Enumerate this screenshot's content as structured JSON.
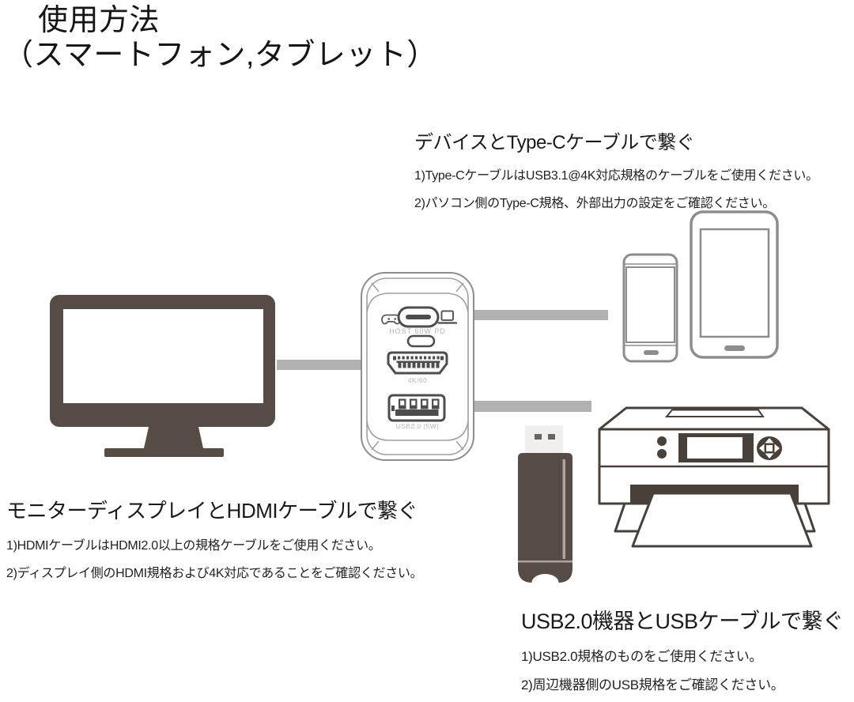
{
  "title": {
    "line1": "使用方法",
    "line2": "（スマートフォン,タブレット）"
  },
  "sections": {
    "type_c": {
      "heading": "デバイスとType-Cケーブルで繋ぐ",
      "lines": [
        "1)Type-CケーブルはUSB3.1@4K対応規格のケーブルをご使用ください。",
        "2)パソコン側のType-C規格、外部出力の設定をご確認ください。"
      ]
    },
    "hdmi": {
      "heading": "モニターディスプレイとHDMIケーブルで繋ぐ",
      "lines": [
        "1)HDMIケーブルはHDMI2.0以上の規格ケーブルをご使用ください。",
        "2)ディスプレイ側のHDMI規格および4K対応であることをご確認ください。"
      ]
    },
    "usb": {
      "heading": "USB2.0機器とUSBケーブルで繋ぐ",
      "lines": [
        "1)USB2.0規格のものをご使用ください。",
        "2)周辺機器側のUSB規格をご確認ください。"
      ]
    }
  },
  "dock": {
    "labels": {
      "host_port": "HOST 60W PD",
      "hdmi_port": "4K/60",
      "usb_port": "USB2.0 (5W)"
    }
  },
  "icons": {
    "game_controller": "game-controller-icon",
    "laptop": "laptop-icon",
    "type_c_port": "usb-c-port-icon",
    "hdmi_port": "hdmi-port-icon",
    "usb_a_port": "usb-a-port-icon"
  },
  "colors": {
    "text": "#1A1A1A",
    "device_dark": "#564C45",
    "printer_line": "#4A403A",
    "outline_gray": "#8D8D8D",
    "port_line": "#4D4D4D",
    "port_label_gray": "#B5B5B5",
    "cable_gray": "#B1B1B1"
  }
}
